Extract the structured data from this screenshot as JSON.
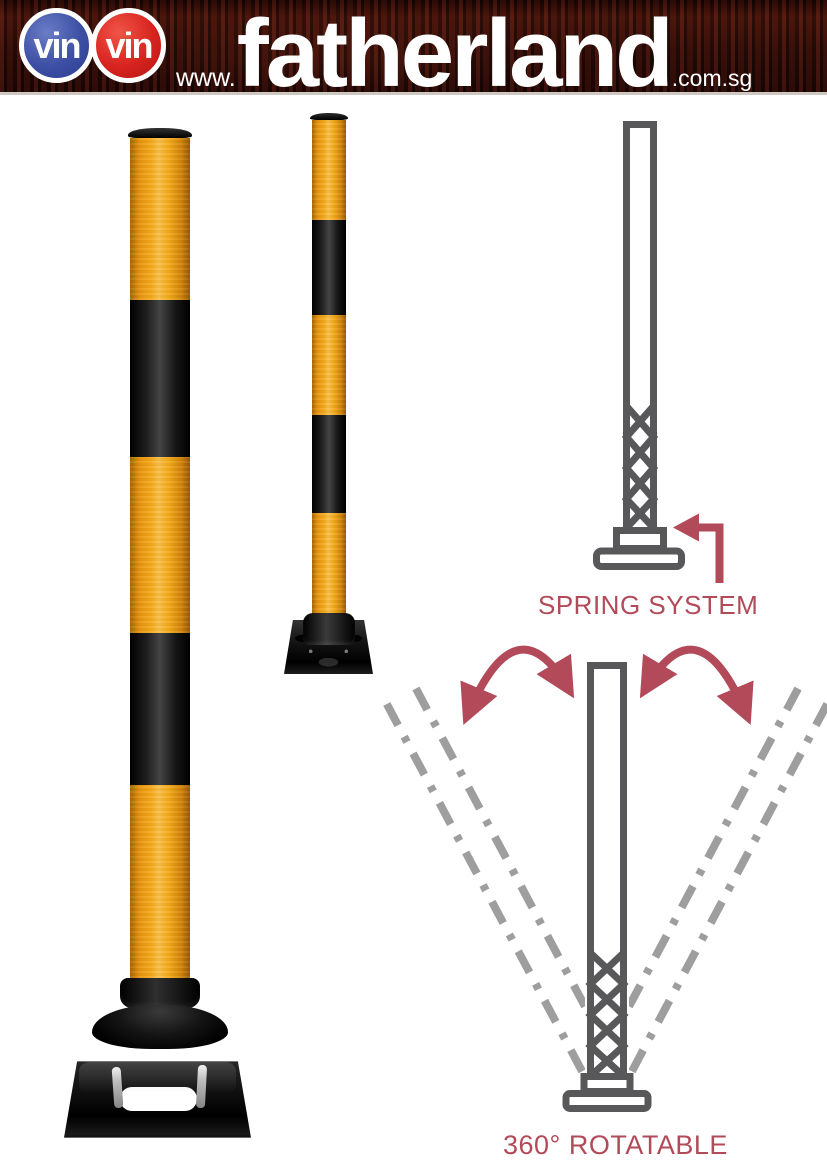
{
  "page": {
    "background": "#ffffff"
  },
  "header": {
    "background": "#2e0d08",
    "text_color": "#ffffff",
    "logo": {
      "badge1": {
        "text": "vin",
        "color": "#3c4fa3"
      },
      "badge2": {
        "text": "vin",
        "color": "#d8231f"
      }
    },
    "url_prefix": "www.",
    "brand": "fatherland",
    "url_suffix": ".com.sg"
  },
  "product": {
    "stripe_yellow": "#f2a816",
    "stripe_black": "#111111"
  },
  "diagrams": {
    "accent_color": "#b24a59",
    "outline_color": "#58585a",
    "ghost_color": "#9e9e9e",
    "spring": {
      "label": "SPRING SYSTEM"
    },
    "rotatable": {
      "label": "360° ROTATABLE"
    }
  }
}
